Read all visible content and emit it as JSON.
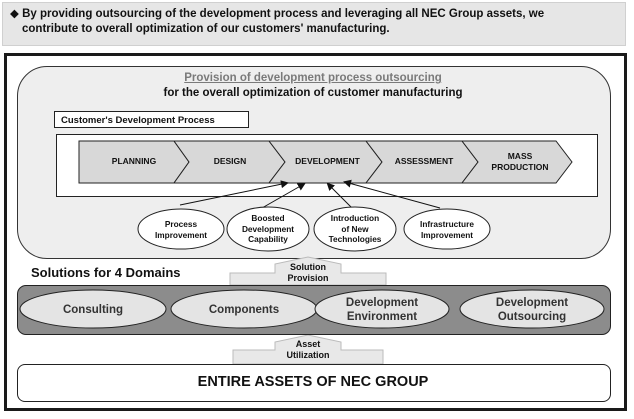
{
  "header": {
    "bullet": "◆",
    "text_line1": "By providing outsourcing of the development process and leveraging all NEC Group assets, we",
    "text_line2": "contribute to overall optimization of our customers' manufacturing."
  },
  "top_panel": {
    "title_line1": "Provision of development process outsourcing",
    "title_line2": "for the overall optimization of customer manufacturing",
    "process_label": "Customer's Development Process",
    "steps": [
      {
        "line1": "PLANNING",
        "line2": ""
      },
      {
        "line1": "DESIGN",
        "line2": ""
      },
      {
        "line1": "DEVELOPMENT",
        "line2": ""
      },
      {
        "line1": "ASSESSMENT",
        "line2": ""
      },
      {
        "line1": "MASS",
        "line2": "PRODUCTION"
      }
    ],
    "ovals": [
      {
        "lines": [
          "Process",
          "Improvement"
        ]
      },
      {
        "lines": [
          "Boosted",
          "Development",
          "Capability"
        ]
      },
      {
        "lines": [
          "Introduction",
          "of New",
          "Technologies"
        ]
      },
      {
        "lines": [
          "Infrastructure",
          "Improvement"
        ]
      }
    ]
  },
  "solution_provision": {
    "line1": "Solution",
    "line2": "Provision"
  },
  "solutions": {
    "title": "Solutions for 4 Domains",
    "domains": [
      {
        "line1": "Consulting",
        "line2": ""
      },
      {
        "line1": "Components",
        "line2": ""
      },
      {
        "line1": "Development",
        "line2": "Environment"
      },
      {
        "line1": "Development",
        "line2": "Outsourcing"
      }
    ]
  },
  "asset_utilization": {
    "line1": "Asset",
    "line2": "Utilization"
  },
  "assets": {
    "label": "ENTIRE ASSETS OF NEC GROUP"
  },
  "colors": {
    "header_bg": "#e6e6e6",
    "panel_bg": "#eeeeee",
    "step_fill": "#d8d8d8",
    "domain_band": "#8c8c8c",
    "domain_oval": "#e4e4e4",
    "title_gray": "#7a7a7a"
  }
}
